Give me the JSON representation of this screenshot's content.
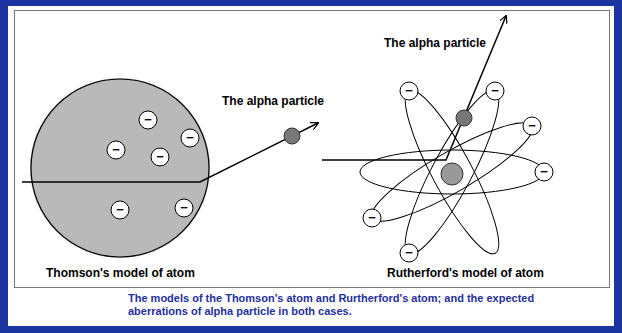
{
  "diagram": {
    "caption": "The models of the Thomson's atom and Rurtherford's atom; and the expected aberrations of alpha particle in both cases.",
    "nodes": [
      {
        "text": [
          "Thomson's model of atom"
        ]
      },
      {
        "text": [
          "−"
        ],
        "in": 0
      },
      {
        "text": [
          "−"
        ],
        "in": 0
      },
      {
        "text": [
          "−"
        ],
        "in": 0
      },
      {
        "text": [
          "−"
        ],
        "in": 0
      },
      {
        "text": [
          "−"
        ],
        "in": 0
      },
      {
        "text": [
          "−"
        ],
        "in": 0
      },
      {
        "text": [
          "−"
        ]
      },
      {
        "text": [
          "−"
        ]
      },
      {
        "text": [
          "−"
        ]
      },
      {
        "text": [
          "−"
        ]
      },
      {
        "text": [
          "−"
        ]
      },
      {
        "text": [
          "−"
        ]
      }
    ],
    "labels": [
      "The alpha particle",
      "The alpha particle",
      "Rutherford's model of atom"
    ]
  }
}
